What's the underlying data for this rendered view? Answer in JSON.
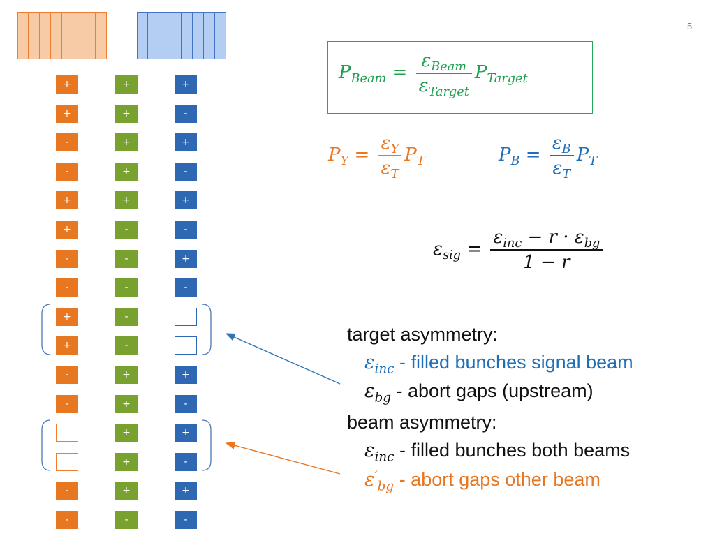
{
  "page_number": "5",
  "colors": {
    "orange": "#e87722",
    "green": "#78a12f",
    "blue": "#2e67b2",
    "formula_green": "#1ea04f",
    "text_blue": "#1f6fb8"
  },
  "columns": {
    "yellow": [
      "+",
      "+",
      "-",
      "-",
      "+",
      "+",
      "-",
      "-",
      "+",
      "+",
      "-",
      "-",
      "",
      "",
      "-",
      "-"
    ],
    "green": [
      "+",
      "+",
      "+",
      "+",
      "+",
      "-",
      "-",
      "-",
      "-",
      "-",
      "+",
      "+",
      "+",
      "+",
      "+",
      "-"
    ],
    "blue": [
      "+",
      "-",
      "+",
      "-",
      "+",
      "-",
      "+",
      "-",
      "",
      "",
      "+",
      "-",
      "+",
      "-",
      "+",
      "-"
    ]
  },
  "formulas": {
    "beam": {
      "lhs": "P",
      "lhs_sub": "Beam",
      "eq": "=",
      "num": "ε",
      "num_sub": "Beam",
      "den": "ε",
      "den_sub": "Target",
      "rhs": "P",
      "rhs_sub": "Target"
    },
    "yellow": {
      "lhs": "P",
      "lhs_sub": "Y",
      "eq": "=",
      "num": "ε",
      "num_sub": "Y",
      "den": "ε",
      "den_sub": "T",
      "rhs": "P",
      "rhs_sub": "T"
    },
    "blue": {
      "lhs": "P",
      "lhs_sub": "B",
      "eq": "=",
      "num": "ε",
      "num_sub": "B",
      "den": "ε",
      "den_sub": "T",
      "rhs": "P",
      "rhs_sub": "T"
    },
    "sig": {
      "lhs": "ε",
      "lhs_sub": "sig",
      "eq": "=",
      "num_a": "ε",
      "num_a_sub": "inc",
      "num_op": "− r · ε",
      "num_b_sub": "bg",
      "den": "1 − r"
    }
  },
  "legend": {
    "target_heading": "target asymmetry:",
    "target_inc_sym": "ε",
    "target_inc_sub": "inc",
    "target_inc_text": " - filled bunches signal beam",
    "target_bg_sym": "ε",
    "target_bg_sub": "bg",
    "target_bg_text": " - abort gaps (upstream)",
    "beam_heading": "beam asymmetry:",
    "beam_inc_sym": "ε",
    "beam_inc_sub": "inc",
    "beam_inc_text": " - filled bunches both beams",
    "beam_bg_sym": "ε",
    "beam_bg_prime": "′",
    "beam_bg_sub": "bg",
    "beam_bg_text": " - abort gaps other beam"
  }
}
